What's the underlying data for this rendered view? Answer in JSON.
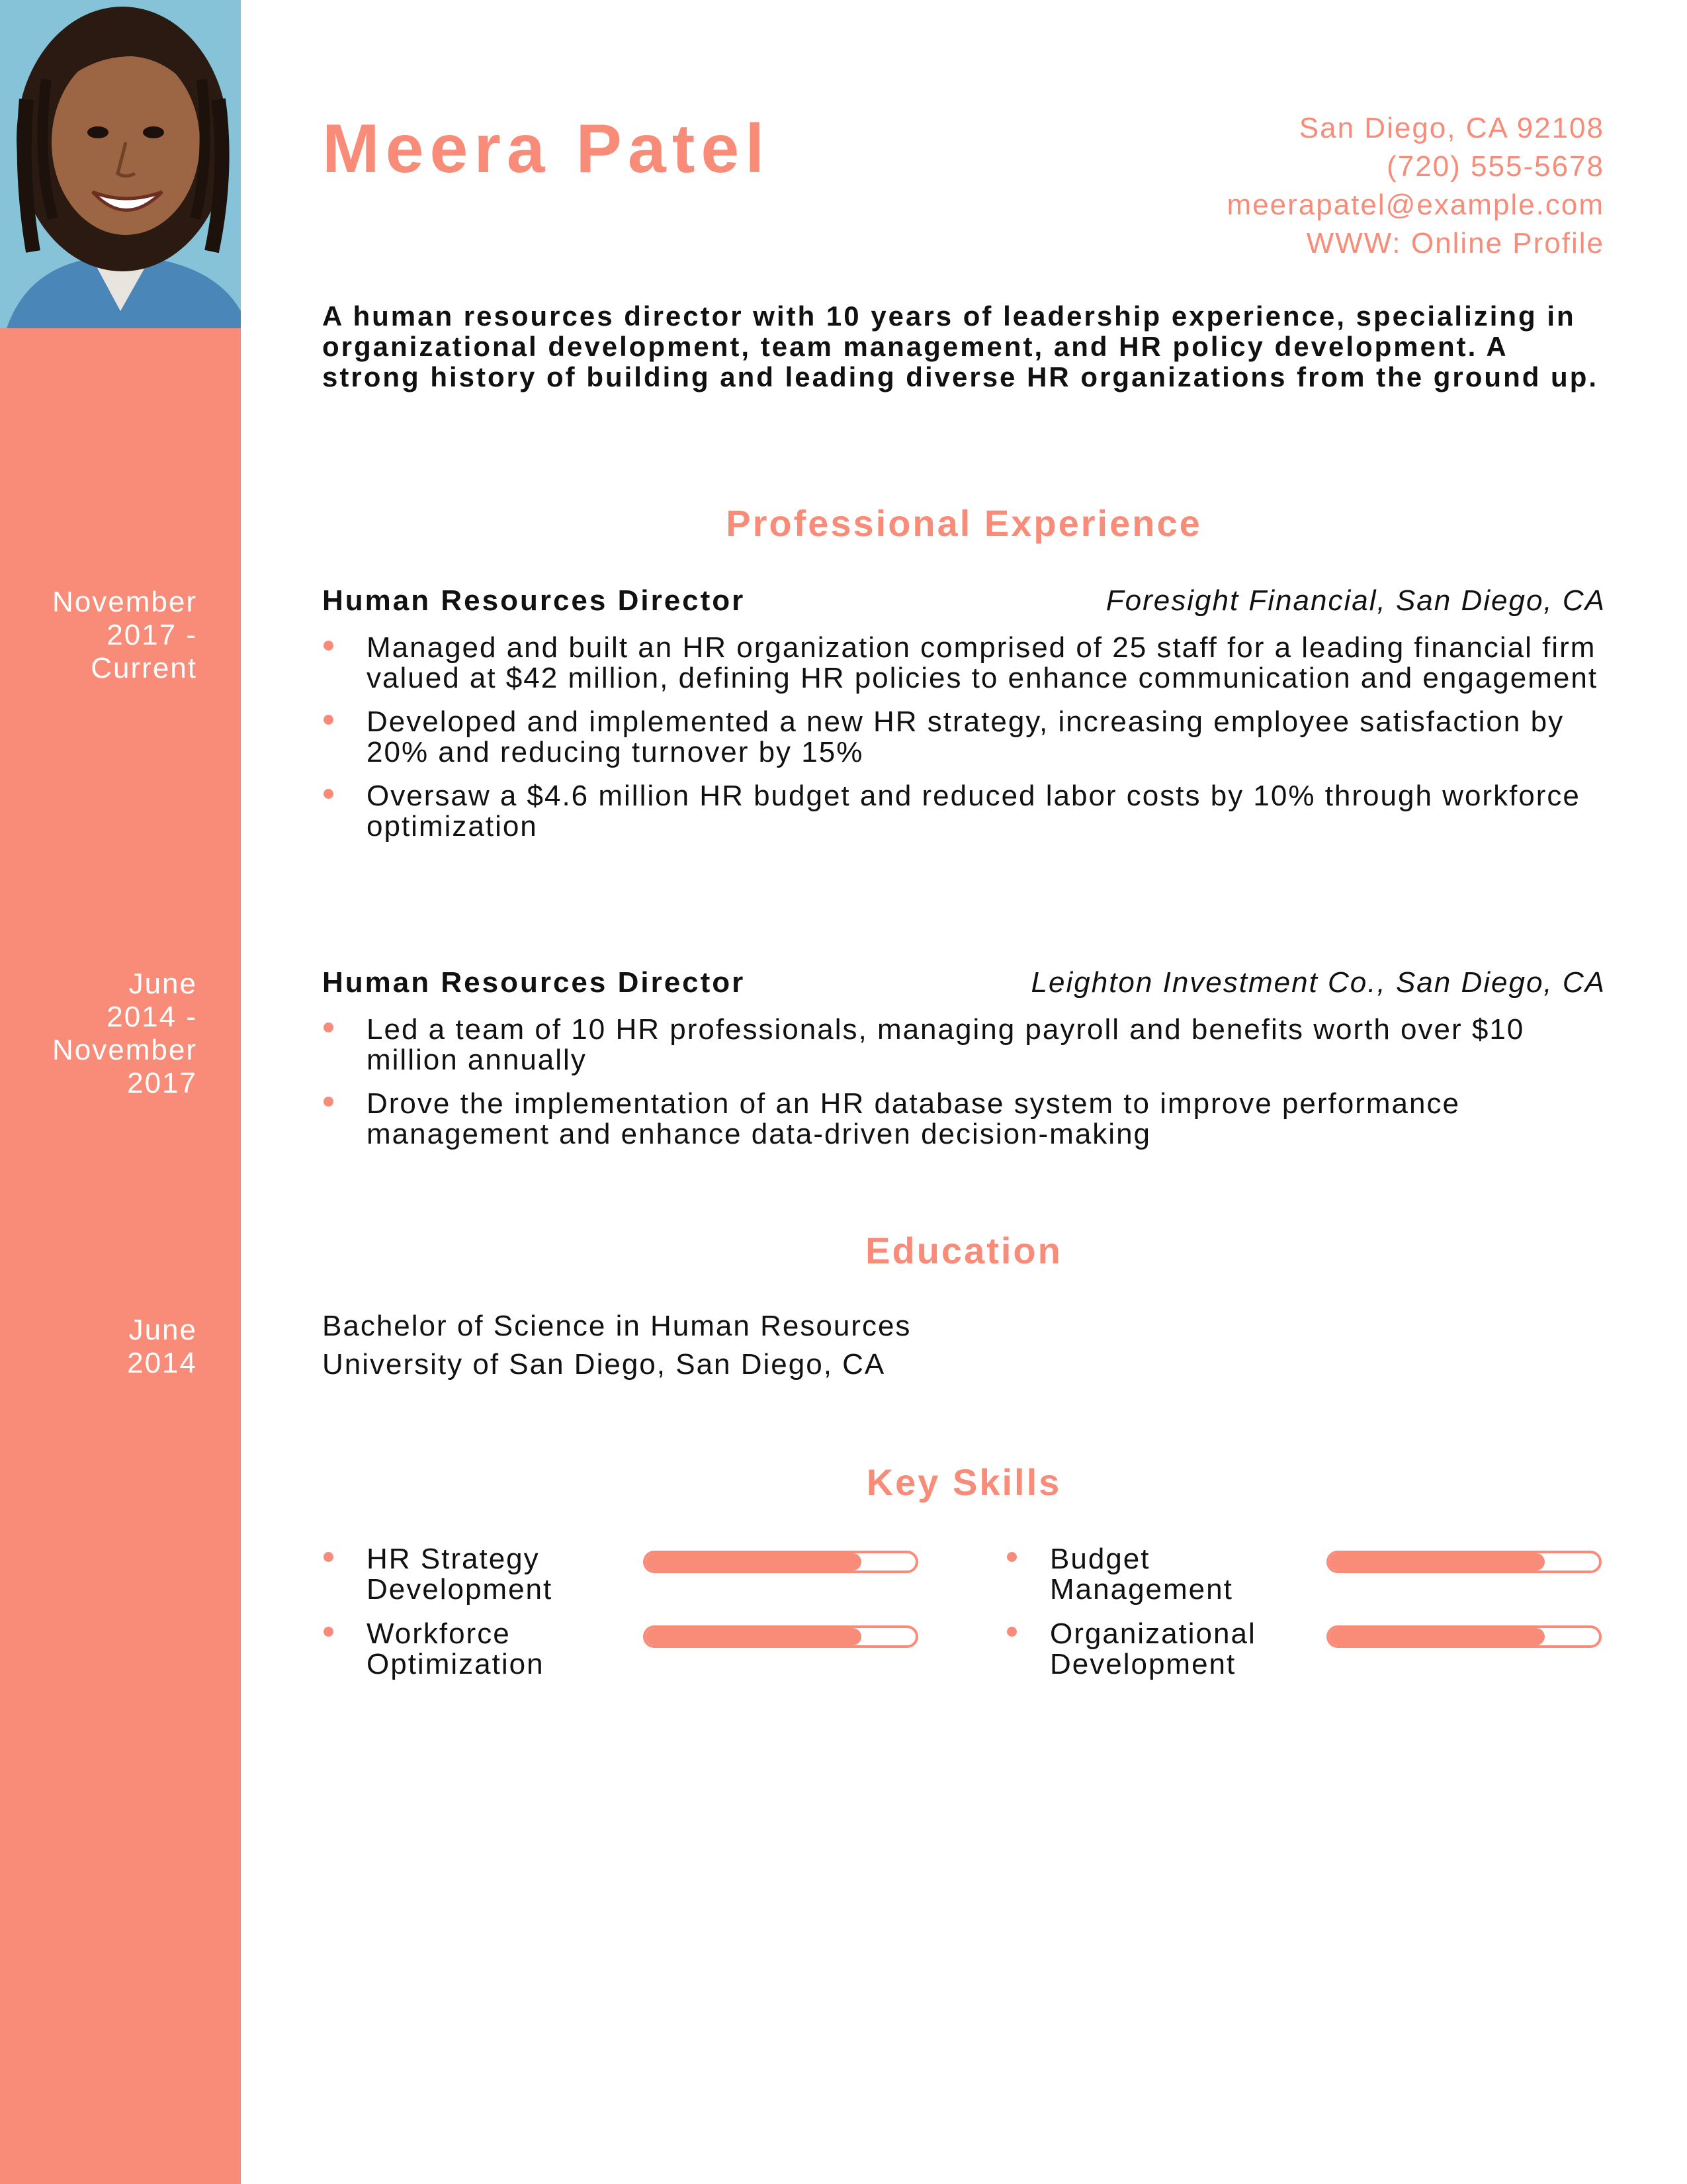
{
  "header": {
    "name": "Meera Patel",
    "contact": {
      "address": "San Diego, CA 92108",
      "phone": "(720) 555-5678",
      "email": "meerapatel@example.com",
      "website": "WWW: Online Profile"
    }
  },
  "summary": "A human resources director with 10 years of leadership experience, specializing in organizational development, team management, and HR policy development. A strong history of building and leading diverse HR organizations from the ground up.",
  "sections": {
    "experience_title": "Professional Experience",
    "education_title": "Education",
    "skills_title": "Key Skills"
  },
  "experience": [
    {
      "dates": [
        "November",
        "2017 -",
        "Current"
      ],
      "title": "Human Resources Director",
      "company": "Foresight Financial, San Diego, CA",
      "bullets": [
        "Managed and built an HR organization comprised of 25 staff for a leading financial firm valued at $42 million, defining HR policies to enhance communication and engagement",
        "Developed and implemented a new HR strategy, increasing employee satisfaction by 20% and reducing turnover by 15%",
        "Oversaw a $4.6 million HR budget and reduced labor costs by 10% through workforce optimization"
      ]
    },
    {
      "dates": [
        "June",
        "2014 -",
        "November",
        "2017"
      ],
      "title": "Human Resources Director",
      "company": "Leighton Investment Co., San Diego, CA",
      "bullets": [
        "Led a team of 10 HR professionals, managing payroll and benefits worth over $10 million annually",
        "Drove the implementation of an HR database system to improve performance management and enhance data-driven decision-making"
      ]
    }
  ],
  "education": {
    "dates": [
      "June",
      "2014"
    ],
    "degree": "Bachelor of Science in Human Resources",
    "school": "University of San Diego, San Diego, CA"
  },
  "skills": [
    {
      "label": "HR Strategy Development",
      "level": 0.8
    },
    {
      "label": "Budget Management",
      "level": 0.8
    },
    {
      "label": "Workforce Optimization",
      "level": 0.8
    },
    {
      "label": "Organizational Development",
      "level": 0.8
    }
  ],
  "colors": {
    "accent": "#F88C79",
    "photo_background": "#86C3D8",
    "text": "#111111"
  }
}
